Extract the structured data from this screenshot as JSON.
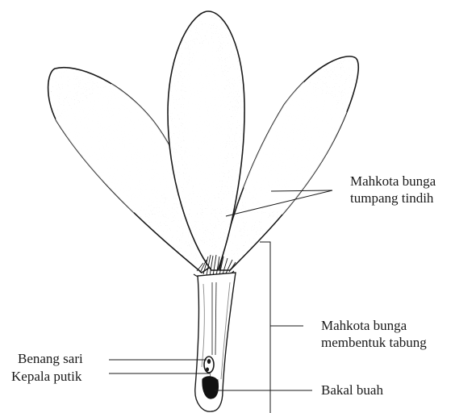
{
  "labels": {
    "corolla_overlap": {
      "line1": "Mahkota bunga",
      "line2": "tumpang tindih"
    },
    "corolla_tube": {
      "line1": "Mahkota bunga",
      "line2": "membentuk tabung"
    },
    "stamen": "Benang sari",
    "stigma": "Kepala putik",
    "ovary": "Bakal buah"
  },
  "colors": {
    "ink": "#1a1a1a",
    "stipple": "#8a8a8a",
    "background": "#ffffff"
  }
}
